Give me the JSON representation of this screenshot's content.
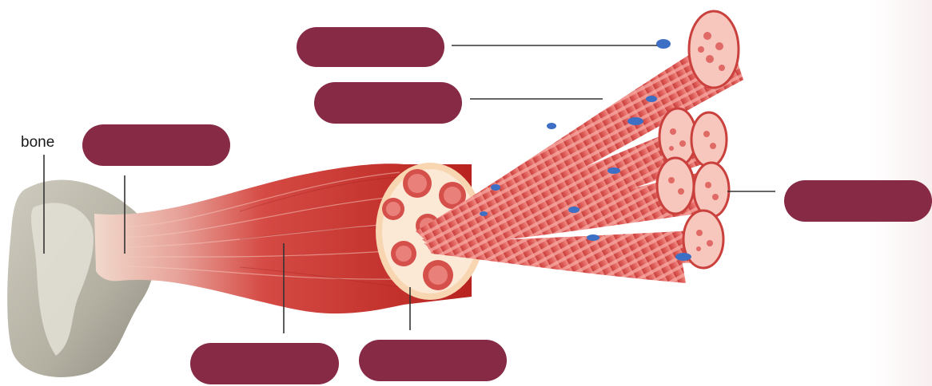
{
  "labels": {
    "bone": "bone"
  },
  "blank_labels": [
    {
      "id": "blank-perimysium-top",
      "text": ""
    },
    {
      "id": "blank-fascicle",
      "text": ""
    },
    {
      "id": "blank-tendon",
      "text": ""
    },
    {
      "id": "blank-muscle-fiber",
      "text": ""
    },
    {
      "id": "blank-muscle",
      "text": ""
    },
    {
      "id": "blank-cross-section",
      "text": ""
    }
  ],
  "colors": {
    "blank_fill": "#862a45",
    "bone_fill": "#b5b2a5",
    "muscle_red": "#c92f2f",
    "fiber_pink": "#e8706d",
    "nucleus_blue": "#3d6fc4",
    "tendon_cream": "#f1e3d2",
    "cross_section_rim": "#f8d6b2"
  },
  "icons": {
    "bone": "bone-illustration",
    "muscle": "skeletal-muscle-illustration"
  }
}
